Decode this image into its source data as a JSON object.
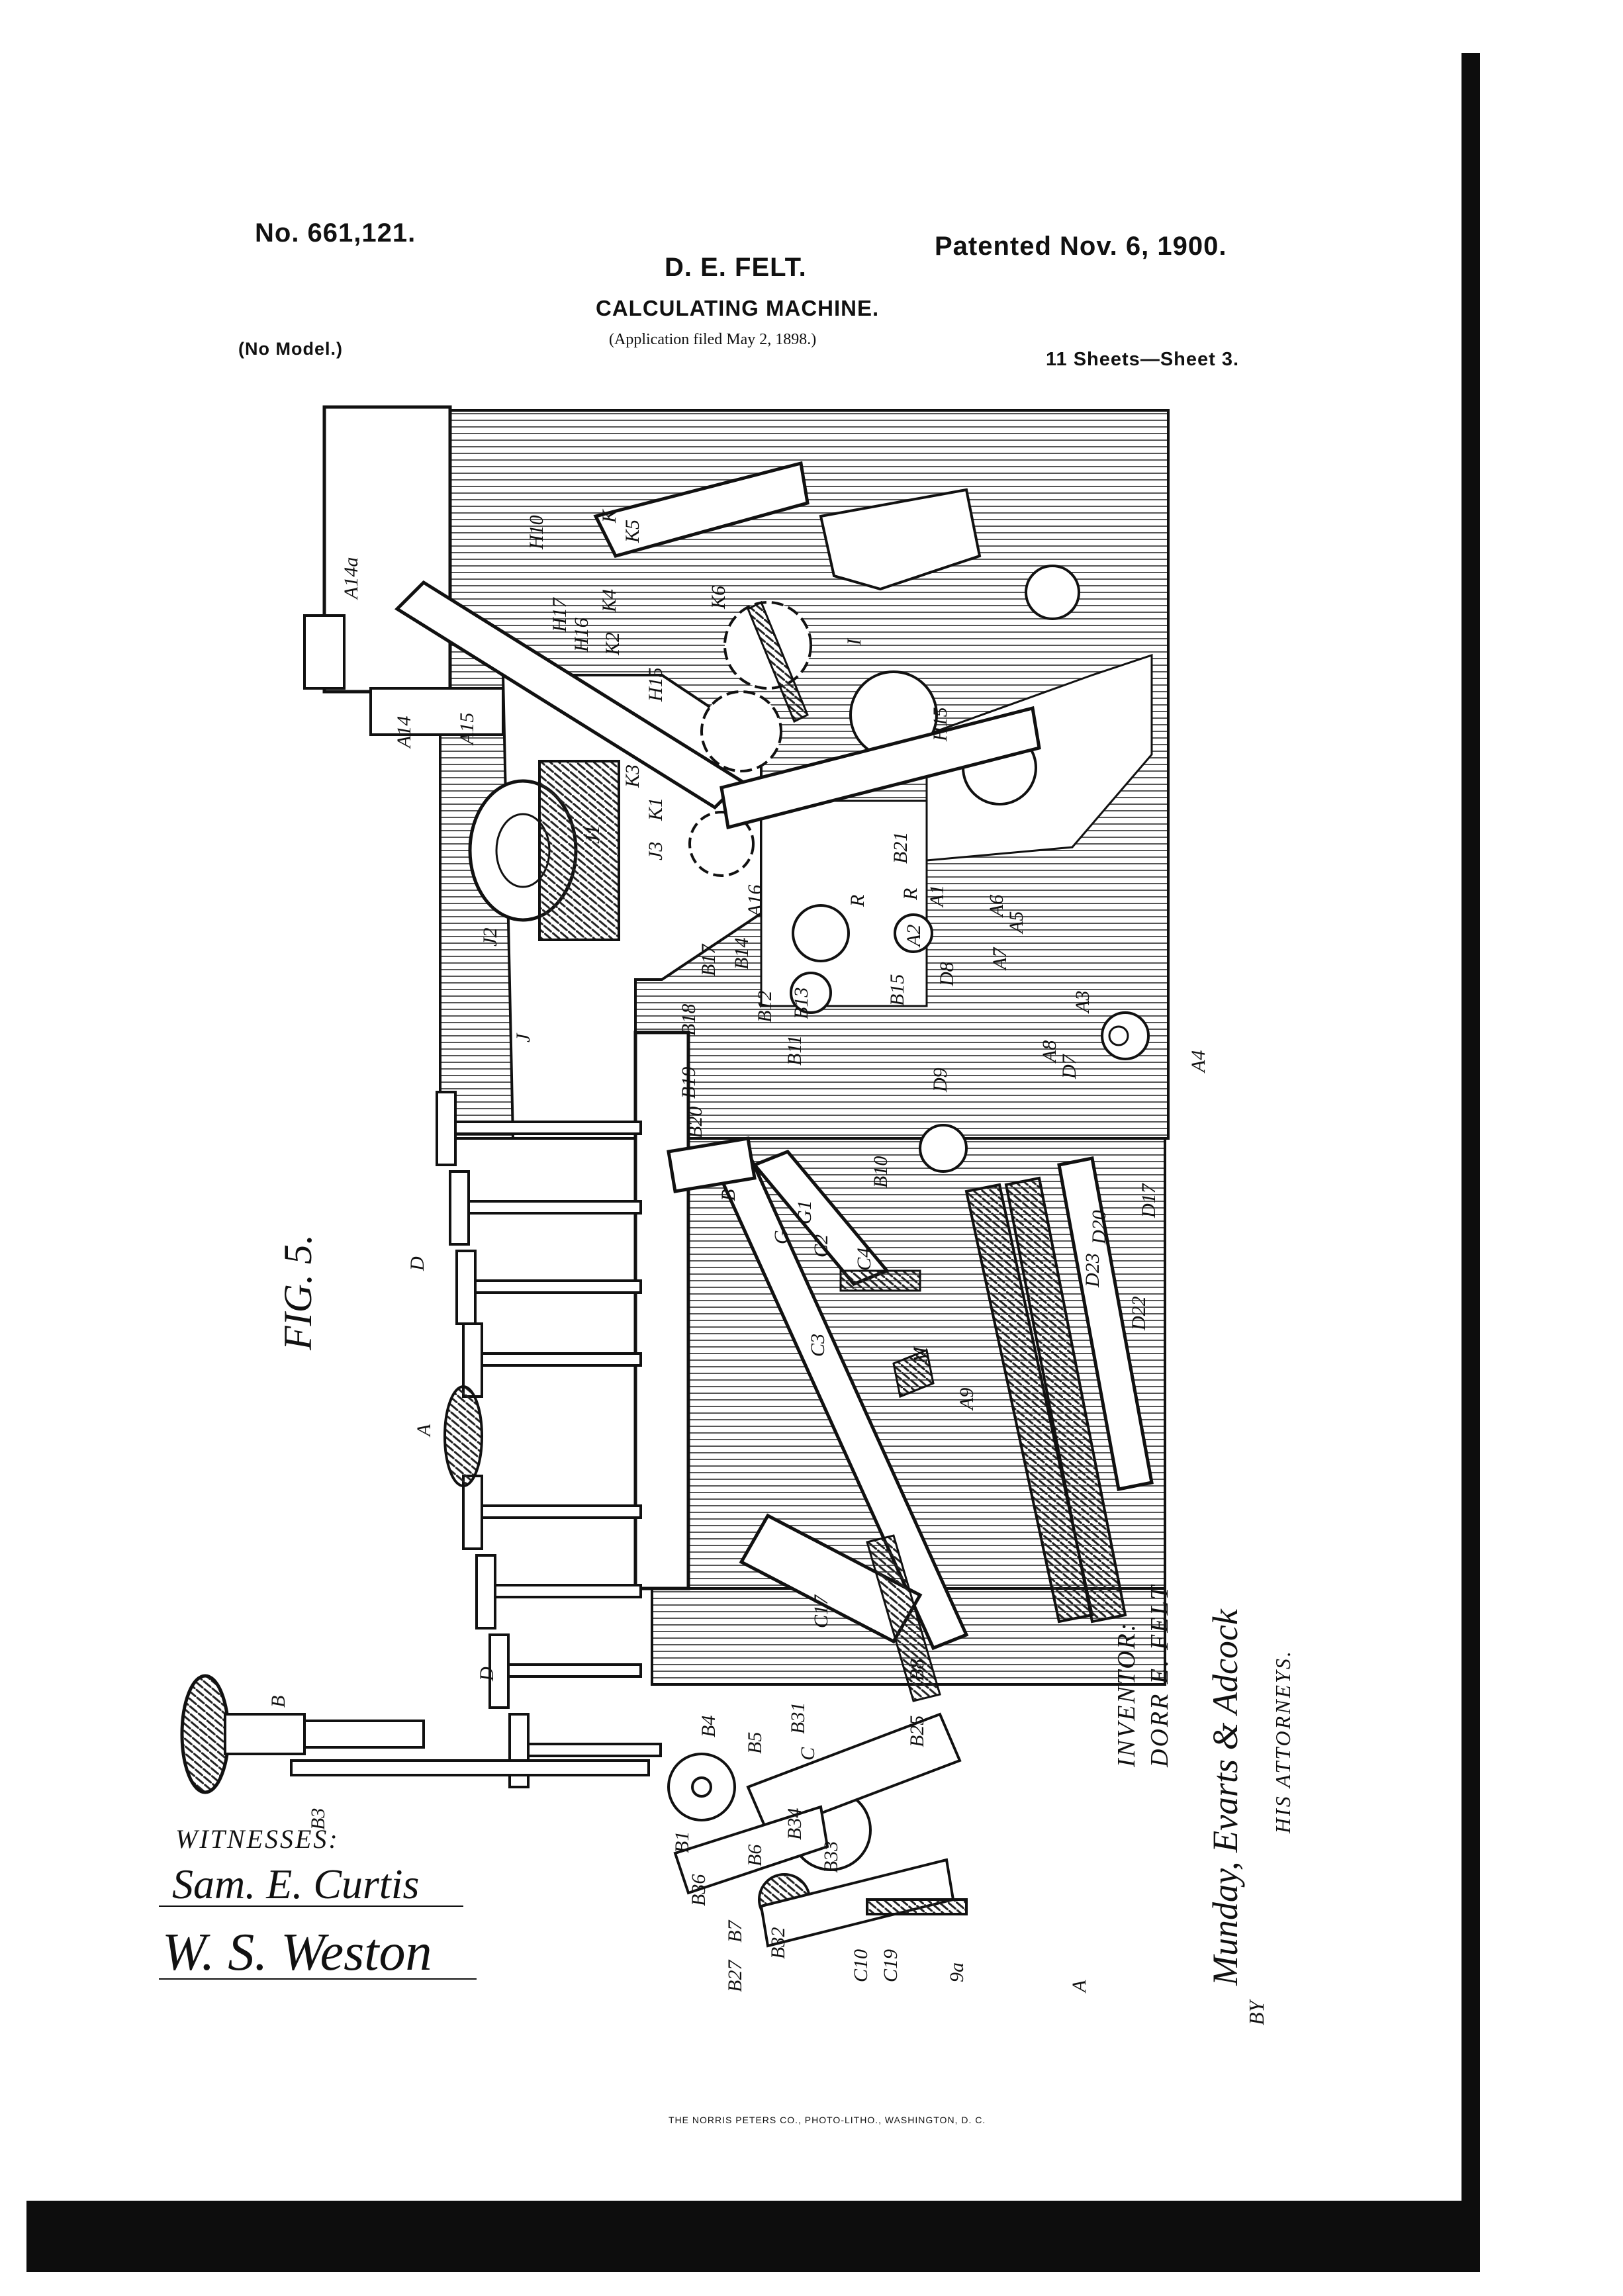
{
  "header": {
    "patent_number": "No. 661,121.",
    "patented_date": "Patented Nov. 6, 1900.",
    "inventor_name": "D. E. FELT.",
    "title": "CALCULATING MACHINE.",
    "application": "(Application filed May 2, 1898.)",
    "model": "(No Model.)",
    "sheets": "11 Sheets—Sheet 3."
  },
  "figure": {
    "label": "FIG. 5.",
    "labels": [
      "A14a",
      "H10",
      "H17",
      "H16",
      "K4",
      "K2",
      "K5",
      "K6",
      "K",
      "I",
      "H15",
      "H15",
      "A14",
      "A15",
      "K1",
      "K3",
      "J3",
      "J1",
      "J2",
      "J",
      "A16",
      "B21",
      "R",
      "R",
      "A1",
      "A2",
      "A6",
      "A5",
      "A7",
      "A3",
      "A8",
      "D7",
      "A4",
      "B14",
      "B13",
      "B12",
      "B17",
      "B18",
      "B19",
      "B20",
      "B15",
      "B11",
      "D8",
      "D9",
      "B10",
      "B",
      "G1",
      "G",
      "C2",
      "C4",
      "C3",
      "M",
      "D",
      "A",
      "D17",
      "D20",
      "D23",
      "D22",
      "A9",
      "D",
      "B",
      "B3",
      "B4",
      "B5",
      "B31",
      "C",
      "B34",
      "B33",
      "B6",
      "B1",
      "B36",
      "B7",
      "B27",
      "B32",
      "B25",
      "B8",
      "C17",
      "C10",
      "C19",
      "9a",
      "A"
    ]
  },
  "witnesses": {
    "heading": "WITNESSES:",
    "names": [
      "Sam. E. Curtis",
      "W. S. Weston"
    ]
  },
  "inventor": {
    "heading": "INVENTOR:",
    "name": "DORR E. FELT",
    "by": "BY",
    "attorneys_signature": "Munday, Evarts & Adcock",
    "attorneys_label": "HIS ATTORNEYS."
  },
  "footer": {
    "printer": "THE NORRIS PETERS CO., PHOTO-LITHO., WASHINGTON, D. C."
  }
}
